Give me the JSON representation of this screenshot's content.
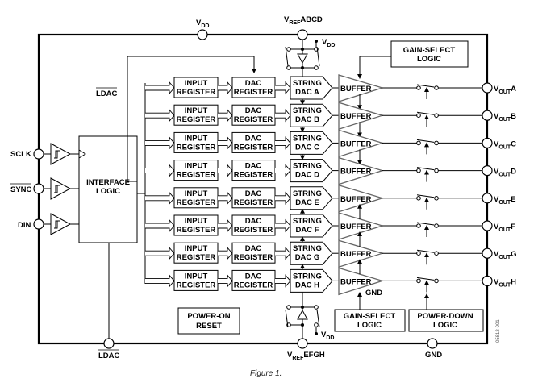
{
  "figure": {
    "caption": "Figure 1.",
    "code": "05812-001",
    "pins": {
      "vdd_top": {
        "main": "V",
        "sub": "DD",
        "tail": ""
      },
      "vref_top": {
        "main": "V",
        "sub": "REF",
        "tail": "ABCD"
      },
      "vref_bottom": {
        "main": "V",
        "sub": "REF",
        "tail": "EFGH"
      },
      "ldac_bottom": "LDAC",
      "gnd_bottom": "GND",
      "sclk": "SCLK",
      "sync": "SYNC",
      "din": "DIN"
    },
    "ldac_internal": "LDAC",
    "vdd_switch": {
      "main": "V",
      "sub": "DD"
    },
    "interface_logic": [
      "INTERFACE",
      "LOGIC"
    ],
    "power_on_reset": [
      "POWER-ON",
      "RESET"
    ],
    "gain_select_top": [
      "GAIN-SELECT",
      "LOGIC"
    ],
    "gain_select_bottom": [
      "GAIN-SELECT",
      "LOGIC"
    ],
    "power_down": [
      "POWER-DOWN",
      "LOGIC"
    ],
    "buffer_gnd": "GND",
    "channels": [
      {
        "id": "A",
        "input": [
          "INPUT",
          "REGISTER"
        ],
        "dac": [
          "DAC",
          "REGISTER"
        ],
        "string": [
          "STRING",
          "DAC A"
        ],
        "buffer": "BUFFER",
        "out_main": "V",
        "out_sub": "OUT",
        "out_tail": "A"
      },
      {
        "id": "B",
        "input": [
          "INPUT",
          "REGISTER"
        ],
        "dac": [
          "DAC",
          "REGISTER"
        ],
        "string": [
          "STRING",
          "DAC B"
        ],
        "buffer": "BUFFER",
        "out_main": "V",
        "out_sub": "OUT",
        "out_tail": "B"
      },
      {
        "id": "C",
        "input": [
          "INPUT",
          "REGISTER"
        ],
        "dac": [
          "DAC",
          "REGISTER"
        ],
        "string": [
          "STRING",
          "DAC C"
        ],
        "buffer": "BUFFER",
        "out_main": "V",
        "out_sub": "OUT",
        "out_tail": "C"
      },
      {
        "id": "D",
        "input": [
          "INPUT",
          "REGISTER"
        ],
        "dac": [
          "DAC",
          "REGISTER"
        ],
        "string": [
          "STRING",
          "DAC D"
        ],
        "buffer": "BUFFER",
        "out_main": "V",
        "out_sub": "OUT",
        "out_tail": "D"
      },
      {
        "id": "E",
        "input": [
          "INPUT",
          "REGISTER"
        ],
        "dac": [
          "DAC",
          "REGISTER"
        ],
        "string": [
          "STRING",
          "DAC E"
        ],
        "buffer": "BUFFER",
        "out_main": "V",
        "out_sub": "OUT",
        "out_tail": "E"
      },
      {
        "id": "F",
        "input": [
          "INPUT",
          "REGISTER"
        ],
        "dac": [
          "DAC",
          "REGISTER"
        ],
        "string": [
          "STRING",
          "DAC F"
        ],
        "buffer": "BUFFER",
        "out_main": "V",
        "out_sub": "OUT",
        "out_tail": "F"
      },
      {
        "id": "G",
        "input": [
          "INPUT",
          "REGISTER"
        ],
        "dac": [
          "DAC",
          "REGISTER"
        ],
        "string": [
          "STRING",
          "DAC G"
        ],
        "buffer": "BUFFER",
        "out_main": "V",
        "out_sub": "OUT",
        "out_tail": "G"
      },
      {
        "id": "H",
        "input": [
          "INPUT",
          "REGISTER"
        ],
        "dac": [
          "DAC",
          "REGISTER"
        ],
        "string": [
          "STRING",
          "DAC H"
        ],
        "buffer": "BUFFER",
        "out_main": "V",
        "out_sub": "OUT",
        "out_tail": "H"
      }
    ]
  }
}
